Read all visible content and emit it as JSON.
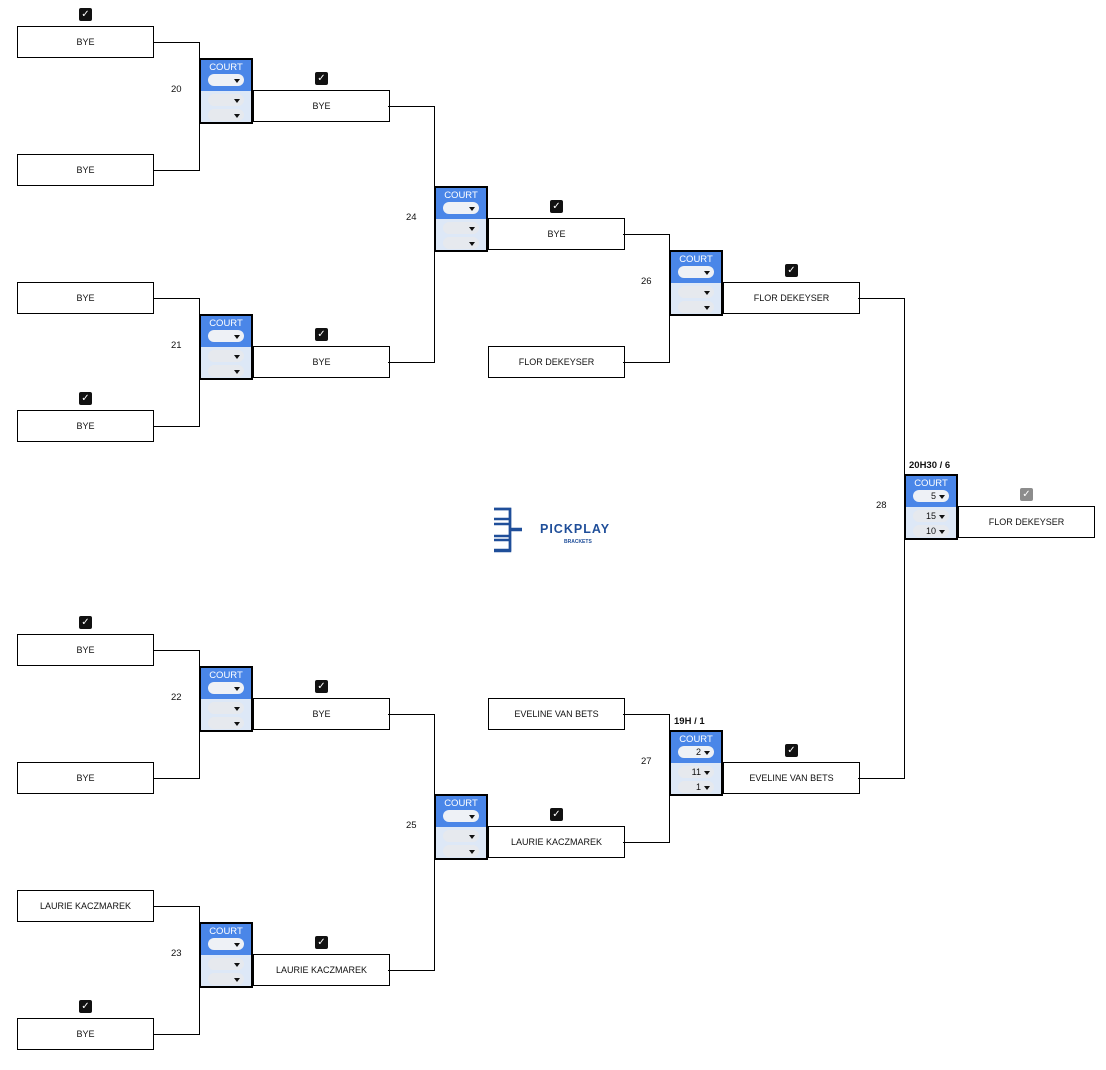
{
  "court_header": "COURT",
  "round1": [
    {
      "player": "BYE",
      "checked": true
    },
    {
      "player": "BYE",
      "checked": false
    },
    {
      "player": "BYE",
      "checked": false
    },
    {
      "player": "BYE",
      "checked": true
    },
    {
      "player": "BYE",
      "checked": true
    },
    {
      "player": "BYE",
      "checked": false
    },
    {
      "player": "LAURIE KACZMAREK",
      "checked": false
    },
    {
      "player": "BYE",
      "checked": true
    }
  ],
  "round2": [
    {
      "player": "BYE",
      "checked": true
    },
    {
      "player": "BYE",
      "checked": true
    },
    {
      "player": "BYE",
      "checked": true
    },
    {
      "player": "LAURIE KACZMAREK",
      "checked": true
    }
  ],
  "round3": [
    {
      "player": "BYE",
      "checked": true
    },
    {
      "player": "FLOR DEKEYSER",
      "checked": false
    },
    {
      "player": "EVELINE VAN BETS",
      "checked": false
    },
    {
      "player": "LAURIE KACZMAREK",
      "checked": true
    }
  ],
  "round4": [
    {
      "player": "FLOR DEKEYSER",
      "checked": true
    },
    {
      "player": "EVELINE VAN BETS",
      "checked": true
    }
  ],
  "final": {
    "player": "FLOR DEKEYSER",
    "checked": true
  },
  "matches": [
    {
      "number": "20",
      "time": "",
      "court": "",
      "score1": "",
      "score2": ""
    },
    {
      "number": "21",
      "time": "",
      "court": "",
      "score1": "",
      "score2": ""
    },
    {
      "number": "22",
      "time": "",
      "court": "",
      "score1": "",
      "score2": ""
    },
    {
      "number": "23",
      "time": "",
      "court": "",
      "score1": "",
      "score2": ""
    },
    {
      "number": "24",
      "time": "",
      "court": "",
      "score1": "",
      "score2": ""
    },
    {
      "number": "25",
      "time": "",
      "court": "",
      "score1": "",
      "score2": ""
    },
    {
      "number": "26",
      "time": "",
      "court": "",
      "score1": "",
      "score2": ""
    },
    {
      "number": "27",
      "time": "19H / 1",
      "court": "2",
      "score1": "11",
      "score2": "1"
    },
    {
      "number": "28",
      "time": "20H30 / 6",
      "court": "5",
      "score1": "15",
      "score2": "10"
    }
  ],
  "logo": {
    "name": "PICKPLAY",
    "sub": "BRACKETS",
    "color": "#1f4e99"
  },
  "colors": {
    "court_header": "#4a86e8",
    "court_body": "#dde8f7"
  }
}
